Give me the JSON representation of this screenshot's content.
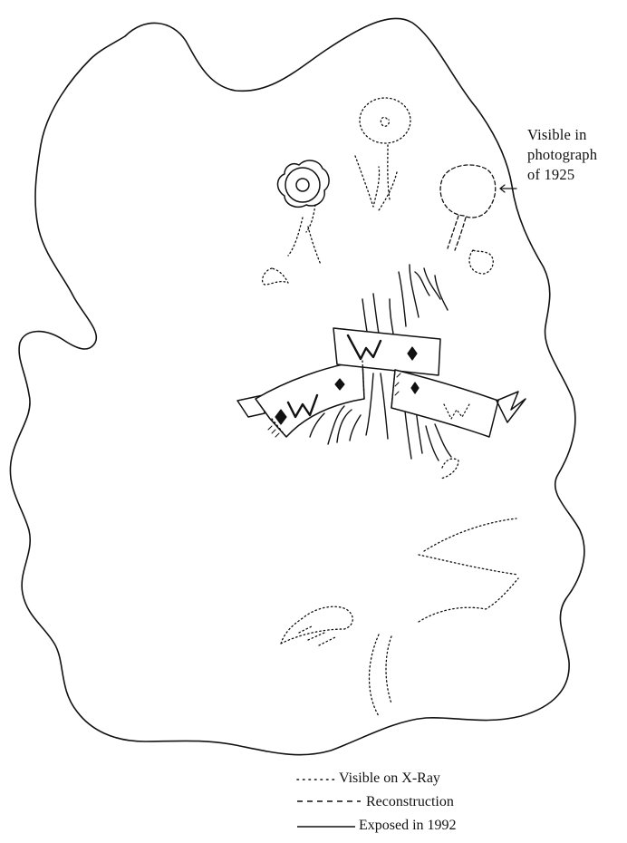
{
  "annotation": {
    "lines": [
      "Visible in",
      "photograph",
      "of 1925"
    ]
  },
  "legend": {
    "items": [
      {
        "style": "dotted",
        "label": "Visible on X-Ray"
      },
      {
        "style": "dashed",
        "label": "Reconstruction"
      },
      {
        "style": "solid",
        "label": "Exposed in 1992"
      }
    ]
  },
  "banner": {
    "letter": "W"
  },
  "colors": {
    "ink": "#111111",
    "background": "#ffffff"
  }
}
